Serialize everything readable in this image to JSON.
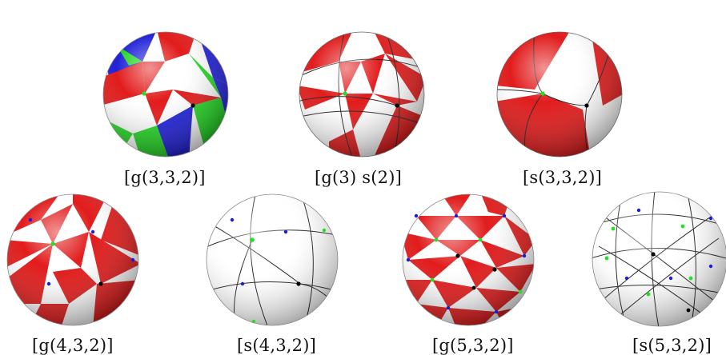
{
  "colors": {
    "red": "#e01010",
    "green": "#19d319",
    "blue": "#1515d6",
    "white": "#ffffff",
    "line": "#1a1a1a",
    "vertex_black": "#000000",
    "vertex_green": "#22e022",
    "vertex_blue": "#1a1add"
  },
  "spheres": [
    {
      "id": "g332",
      "caption": "[g(3,3,2)]",
      "style": "colored-rgb-triangles"
    },
    {
      "id": "g3s2",
      "caption": "[g(3) s(2)]",
      "style": "red-white-triangles-with-lines"
    },
    {
      "id": "s332",
      "caption": "[s(3,3,2)]",
      "style": "red-white-quadrants"
    },
    {
      "id": "g432",
      "caption": "[g(4,3,2)]",
      "style": "red-white-triangles"
    },
    {
      "id": "s432",
      "caption": "[s(4,3,2)]",
      "style": "white-wireframe"
    },
    {
      "id": "g532",
      "caption": "[g(5,3,2)]",
      "style": "red-white-triangles-dense"
    },
    {
      "id": "s532",
      "caption": "[s(5,3,2)]",
      "style": "white-wireframe-dense"
    }
  ]
}
